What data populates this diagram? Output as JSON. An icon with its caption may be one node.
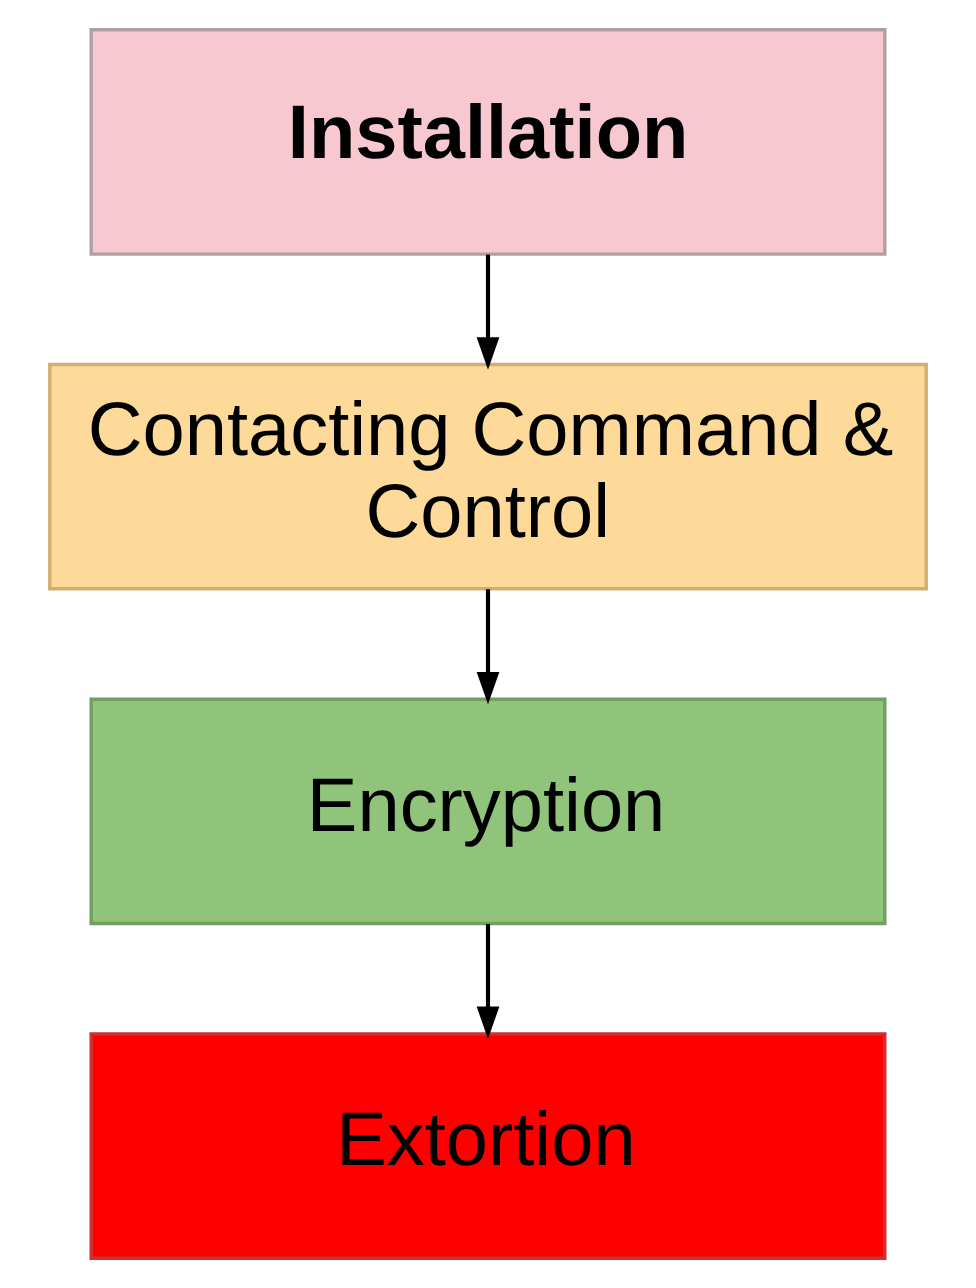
{
  "diagram": {
    "nodes": [
      {
        "text": [
          "Installation"
        ]
      },
      {
        "text": [
          "Contacting Command & Control"
        ]
      },
      {
        "text": [
          "Encryption"
        ]
      },
      {
        "text": [
          "Extortion"
        ]
      }
    ],
    "edges": [
      {
        "from": 0,
        "to": 1,
        "arrow": "to"
      },
      {
        "from": 1,
        "to": 2,
        "arrow": "to"
      },
      {
        "from": 2,
        "to": 3,
        "arrow": "to"
      }
    ]
  }
}
